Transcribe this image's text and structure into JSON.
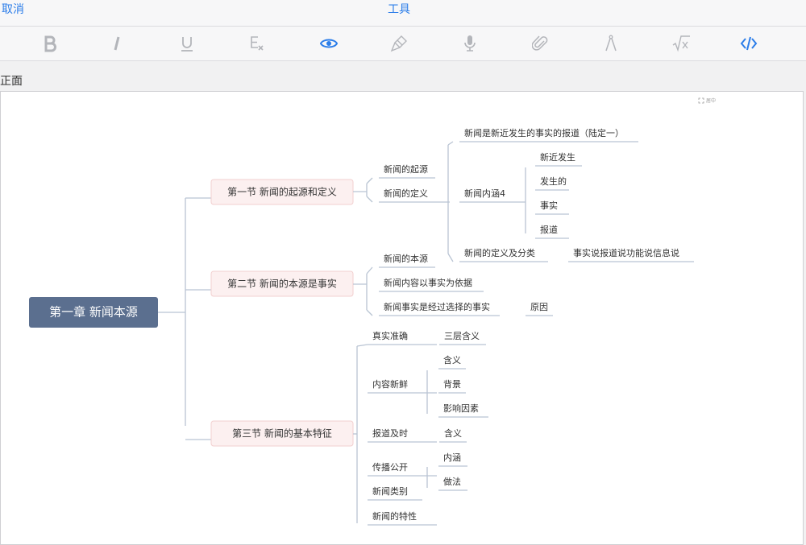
{
  "topbar": {
    "cancel": "取消",
    "title": "工具"
  },
  "toolbar": {
    "items": [
      {
        "icon": "bold-icon"
      },
      {
        "icon": "italic-icon"
      },
      {
        "icon": "underline-icon"
      },
      {
        "icon": "clear-format-icon"
      },
      {
        "icon": "eye-icon",
        "active": true
      },
      {
        "icon": "brush-icon"
      },
      {
        "icon": "microphone-icon"
      },
      {
        "icon": "paperclip-icon"
      },
      {
        "icon": "compass-icon"
      },
      {
        "icon": "sqrt-icon"
      },
      {
        "icon": "code-icon",
        "active": true
      }
    ]
  },
  "side_label": "正面",
  "corner_label": "居中",
  "colors": {
    "accent": "#2b7de9",
    "root": "#5b6f8f",
    "section_bg": "#fcf0f0",
    "section_border": "#f2cfcf",
    "line": "#b9c4d3"
  },
  "mindmap": {
    "root": "第一章 新闻本源",
    "sections": [
      {
        "label": "第一节 新闻的起源和定义",
        "children": [
          {
            "label": "新闻的起源"
          },
          {
            "label": "新闻的定义",
            "children": [
              {
                "label": "新闻是新近发生的事实的报道（陆定一）"
              },
              {
                "label": "新闻内涵4",
                "children": [
                  {
                    "label": "新近发生"
                  },
                  {
                    "label": "发生的"
                  },
                  {
                    "label": "事实"
                  },
                  {
                    "label": "报道"
                  }
                ]
              },
              {
                "label": "新闻的定义及分类",
                "children": [
                  {
                    "label": "事实说报道说功能说信息说"
                  }
                ]
              }
            ]
          }
        ]
      },
      {
        "label": "第二节 新闻的本源是事实",
        "children": [
          {
            "label": "新闻的本源"
          },
          {
            "label": "新闻内容以事实为依据"
          },
          {
            "label": "新闻事实是经过选择的事实",
            "children": [
              {
                "label": "原因"
              }
            ]
          }
        ]
      },
      {
        "label": "第三节 新闻的基本特征",
        "children": [
          {
            "label": "真实准确",
            "children": [
              {
                "label": "三层含义"
              }
            ]
          },
          {
            "label": "内容新鲜",
            "children": [
              {
                "label": "含义"
              },
              {
                "label": "背景"
              },
              {
                "label": "影响因素"
              }
            ]
          },
          {
            "label": "报道及时",
            "children": [
              {
                "label": "含义"
              }
            ]
          },
          {
            "label": "传播公开",
            "children": [
              {
                "label": "内涵"
              },
              {
                "label": "做法"
              }
            ]
          },
          {
            "label": "新闻类别"
          },
          {
            "label": "新闻的特性"
          }
        ]
      }
    ]
  }
}
